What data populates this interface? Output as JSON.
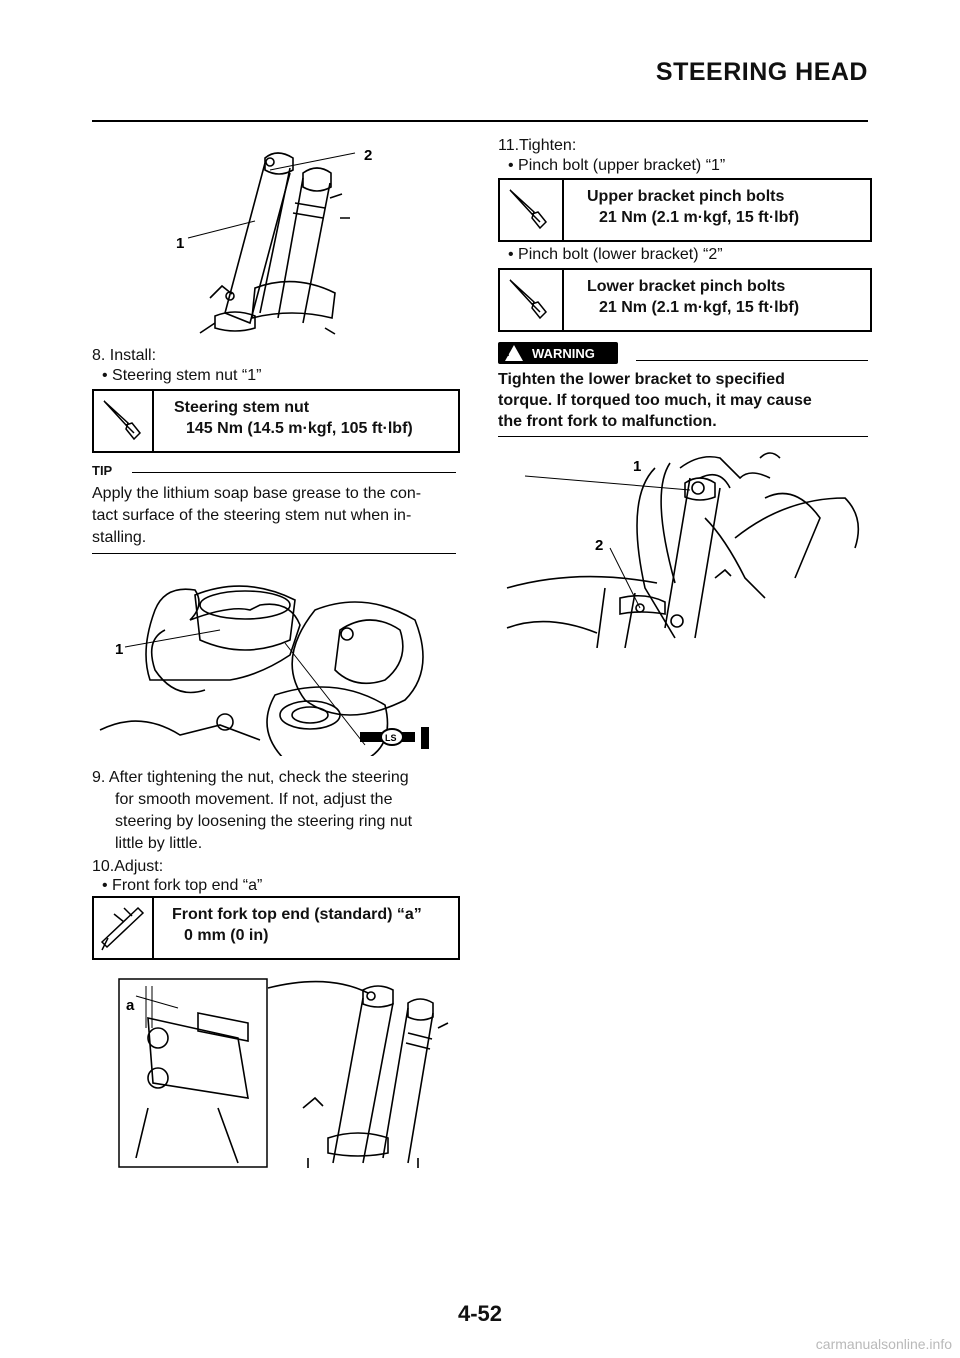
{
  "header": {
    "title": "STEERING HEAD"
  },
  "left": {
    "step8": {
      "line1": "8.  Install:",
      "bullet": "• Steering stem nut “1”"
    },
    "spec1": {
      "label": "Steering stem nut",
      "value": "145 Nm (14.5 m·kgf, 105 ft·lbf)"
    },
    "tip": {
      "heading": "TIP",
      "text1": "Apply the lithium soap base grease to the con-",
      "text2": "tact surface of the steering stem nut when in-",
      "text3": "stalling."
    },
    "step9": {
      "line1": "9.  After tightening the nut, check the steering",
      "line2": "for smooth movement. If not, adjust the",
      "line3": "steering by loosening the steering ring nut",
      "line4": "little by little."
    },
    "step10": {
      "line1": "10.Adjust:",
      "bullet": "• Front fork top end “a”"
    },
    "spec2": {
      "label": "Front fork top end (standard) “a”",
      "value": "0 mm (0 in)"
    },
    "fig1": {
      "label1": "1",
      "label2": "2"
    },
    "fig2": {
      "label1": "1",
      "ls": "LS"
    },
    "fig3": {
      "labela": "a"
    }
  },
  "right": {
    "step11": {
      "line1": "11.Tighten:",
      "bullet1": "• Pinch bolt (upper bracket) “1”",
      "bullet2": "• Pinch bolt (lower bracket) “2”"
    },
    "spec3": {
      "label": "Upper bracket pinch bolts",
      "value": "21 Nm (2.1 m·kgf, 15 ft·lbf)"
    },
    "spec4": {
      "label": "Lower bracket pinch bolts",
      "value": "21 Nm (2.1 m·kgf, 15 ft·lbf)"
    },
    "warning": {
      "badge": "WARNING",
      "mark": "!",
      "line1": "Tighten the lower bracket to specified",
      "line2": "torque. If torqued too much, it may cause",
      "line3": "the front fork to malfunction."
    },
    "fig4": {
      "label1": "1",
      "label2": "2"
    }
  },
  "footer": {
    "page_number": "4-52",
    "watermark": "carmanualsonline.info"
  }
}
